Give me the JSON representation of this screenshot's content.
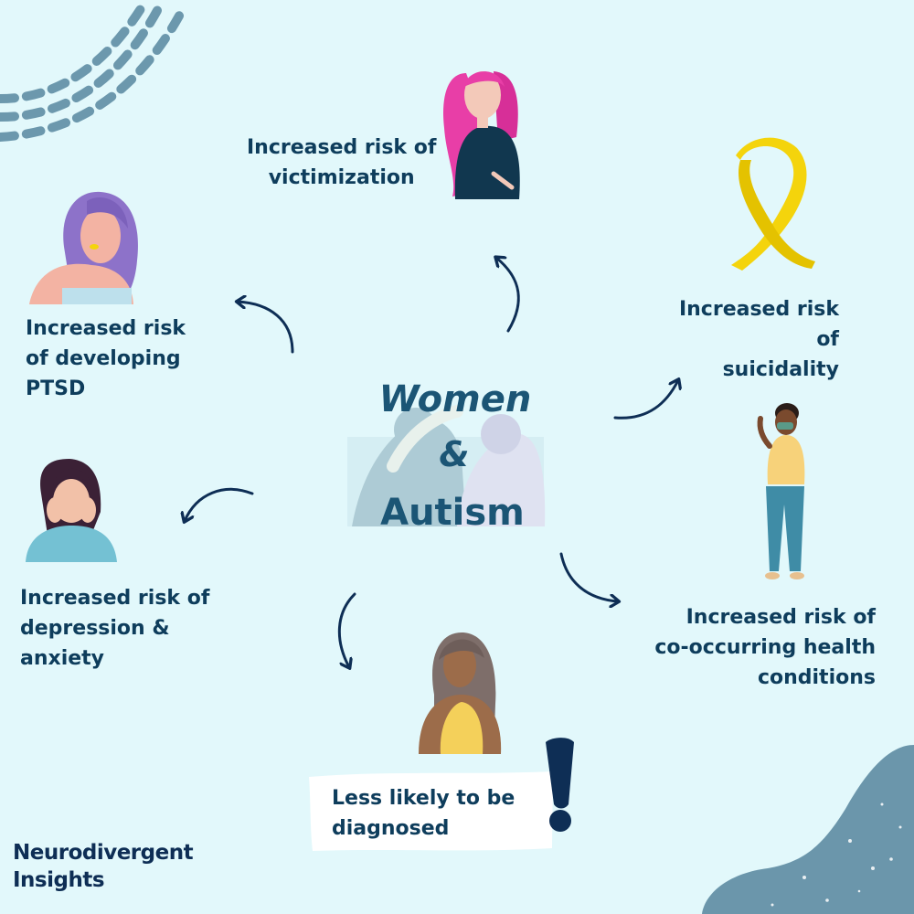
{
  "title": {
    "line1": "Women",
    "line2": "&",
    "line3": "Autism"
  },
  "labels": {
    "victimization": "Increased risk of\nvictimization",
    "ptsd": "Increased risk\nof  developing\nPTSD",
    "suicidality": "Increased risk of\nsuicidality",
    "health": "Increased risk of\nco-occurring health\nconditions",
    "depression": "Increased risk of\ndepression &\nanxiety",
    "diagnosed": "Less likely to be\ndiagnosed"
  },
  "brand": "Neurodivergent\nInsights",
  "colors": {
    "background": "#e2f8fb",
    "text": "#0e3d5c",
    "title": "#1b5575",
    "arrow": "#0e2e55",
    "ribbon": "#f4d40c",
    "blob": "#6b96ab"
  },
  "icons": {
    "ribbon": "awareness-ribbon-icon",
    "exclamation": "exclamation-icon"
  }
}
